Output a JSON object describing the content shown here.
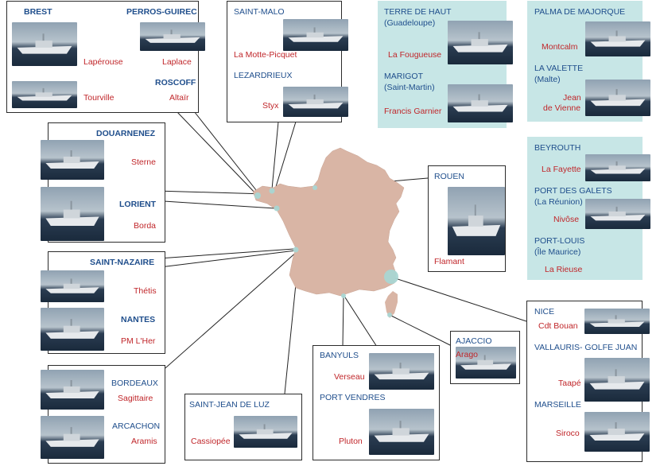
{
  "colors": {
    "place": "#1f4e8c",
    "ship": "#c0262a",
    "land": "#d9b5a5",
    "panel": "#c7e6e6",
    "dot": "#a9d6d3"
  },
  "brest": {
    "place": "BREST",
    "ship": "Lapérouse"
  },
  "perros": {
    "place": "PERROS-GUIREC",
    "ship": "Laplace"
  },
  "tourville": {
    "ship": "Tourville"
  },
  "roscoff": {
    "place": "ROSCOFF",
    "ship": "Altaïr"
  },
  "saintmalo": {
    "place": "SAINT-MALO",
    "ship": "La Motte-Picquet"
  },
  "lezardrieux": {
    "place": "LEZARDRIEUX",
    "ship": "Styx"
  },
  "terredehaut": {
    "place": "TERRE DE HAUT",
    "place2": "(Guadeloupe)",
    "ship": "La Fougueuse"
  },
  "marigot": {
    "place": "MARIGOT",
    "place2": "(Saint-Martin)",
    "ship": "Francis Garnier"
  },
  "palma": {
    "place": "PALMA DE MAJORQUE",
    "ship": "Montcalm"
  },
  "lavalette": {
    "place": "LA VALETTE",
    "place2": "(Malte)",
    "ship1": "Jean",
    "ship2": "de Vienne"
  },
  "douarnenez": {
    "place": "DOUARNENEZ",
    "ship": "Sterne"
  },
  "lorient": {
    "place": "LORIENT",
    "ship": "Borda"
  },
  "rouen": {
    "place": "ROUEN",
    "ship": "Flamant"
  },
  "beyrouth": {
    "place": "BEYROUTH",
    "ship": "La Fayette"
  },
  "portgalets": {
    "place": "PORT DES GALETS",
    "place2": "(La Réunion)",
    "ship": "Nivôse"
  },
  "portlouis": {
    "place": "PORT-LOUIS",
    "place2": "(Île Maurice)",
    "ship": "La Rieuse"
  },
  "saintnazaire": {
    "place": "SAINT-NAZAIRE",
    "ship": "Thétis"
  },
  "nantes": {
    "place": "NANTES",
    "ship": "PM L'Her"
  },
  "bordeaux": {
    "place": "BORDEAUX",
    "ship": "Sagittaire"
  },
  "arcachon": {
    "place": "ARCACHON",
    "ship": "Aramis"
  },
  "saintjean": {
    "place": "SAINT-JEAN DE LUZ",
    "ship": "Cassiopée"
  },
  "banyuls": {
    "place": "BANYULS",
    "ship": "Verseau"
  },
  "portvendres": {
    "place": "PORT VENDRES",
    "ship": "Pluton"
  },
  "ajaccio": {
    "place": "AJACCIO",
    "ship": "Arago"
  },
  "nice": {
    "place": "NICE",
    "ship": "Cdt Bouan"
  },
  "vallauris": {
    "place": "VALLAURIS- GOLFE JUAN",
    "ship": "Taapé"
  },
  "marseille": {
    "place": "MARSEILLE",
    "ship": "Siroco"
  }
}
